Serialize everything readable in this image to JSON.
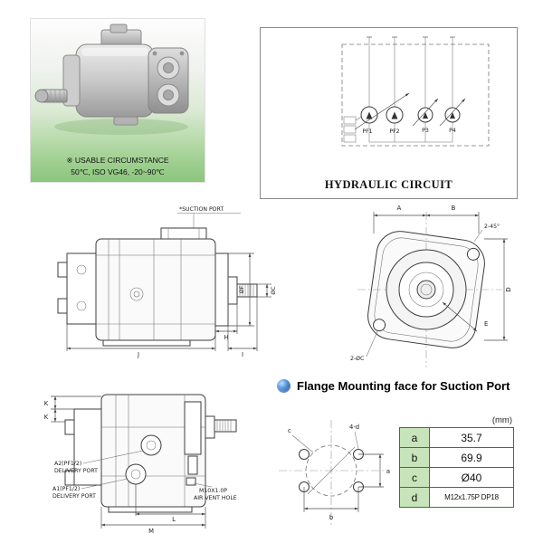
{
  "photo": {
    "note_line1": "※ USABLE CIRCUMSTANCE",
    "note_line2": "50℃, ISO VG46,  -20~90℃"
  },
  "circuit": {
    "title": "HYDRAULIC CIRCUIT",
    "pump_labels": [
      "PF1",
      "PF2",
      "P3",
      "P4"
    ]
  },
  "side_view": {
    "suction_port_label": "*SUCTION PORT",
    "dim_of": "ØF",
    "dim_oc": "ØC",
    "dim_h": "H",
    "dim_j": "J",
    "dim_i": "I"
  },
  "front_view": {
    "dim_a": "A",
    "dim_b": "B",
    "chamfer_note": "2-45°",
    "dim_d": "D",
    "dim_e": "E",
    "bolt_note": "2-ØC"
  },
  "rear_view": {
    "dim_k1": "K",
    "dim_k2": "K",
    "a2_line1": "A2(PF1/2)",
    "a2_line2": "DELIVERY PORT",
    "a1_line1": "A1(PF1/2)",
    "a1_line2": "DELIVERY PORT",
    "vent_line1": "M10X1.0P",
    "vent_line2": "AIR VENT HOLE",
    "dim_l": "L",
    "dim_m": "M"
  },
  "flange": {
    "title": "Flange Mounting face for Suction Port",
    "unit": "(mm)",
    "label_c": "c",
    "label_4d": "4-d",
    "label_a": "a",
    "label_b": "b",
    "rows": [
      {
        "key": "a",
        "value": "35.7"
      },
      {
        "key": "b",
        "value": "69.9"
      },
      {
        "key": "c",
        "value": "Ø40"
      },
      {
        "key": "d",
        "value": "M12x1.75P DP18"
      }
    ]
  }
}
